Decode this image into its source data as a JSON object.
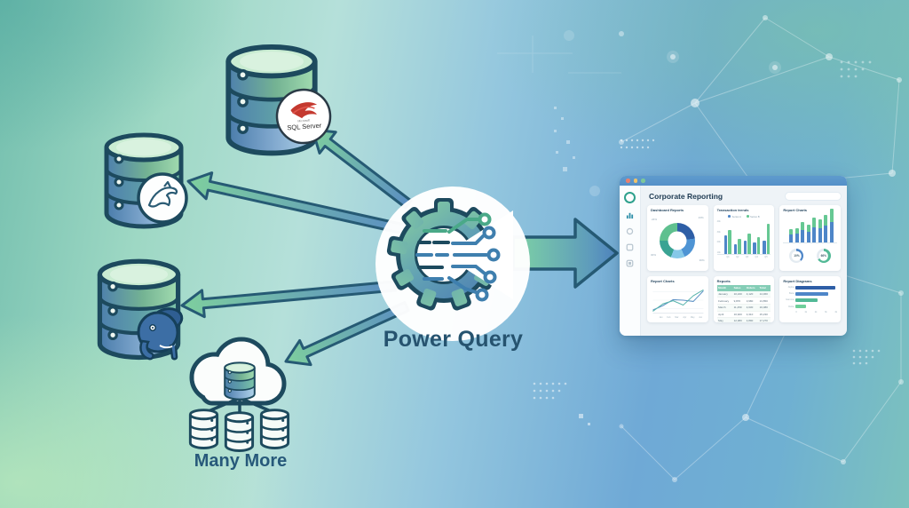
{
  "diagram": {
    "power_query_label": "Power Query",
    "many_more_label": "Many More",
    "sql_server_badge": {
      "brand_top": "Microsoft",
      "brand": "SQL Server"
    },
    "sources": [
      "SQL Server database",
      "MySQL database",
      "PostgreSQL database",
      "Cloud databases"
    ]
  },
  "window": {
    "title": "Corporate Reporting",
    "traffic_lights": [
      "close",
      "minimize",
      "zoom"
    ],
    "cards": [
      {
        "title": "Dashboard Reports",
        "chart": {
          "type": "donut",
          "segments": [
            {
              "value": 23,
              "color": "#2e5ea6"
            },
            {
              "value": 20,
              "color": "#4e94d4"
            },
            {
              "value": 13,
              "color": "#86c8e8"
            },
            {
              "value": 19,
              "color": "#3aa393"
            },
            {
              "value": 25,
              "color": "#5fc08f"
            }
          ],
          "labels": [
            {
              "text": "24%",
              "pos": "tl"
            },
            {
              "text": "23%",
              "pos": "tr"
            },
            {
              "text": "36%",
              "pos": "br"
            },
            {
              "text": "30%",
              "pos": "bl"
            }
          ]
        }
      },
      {
        "title": "Transaction trends",
        "chart": {
          "type": "bars",
          "legend": [
            {
              "label": "Series A",
              "color": "#4e86c8"
            },
            {
              "label": "Series B",
              "color": "#66c893"
            }
          ],
          "categories": [
            "Q1",
            "Q2",
            "Q3",
            "Q4",
            "Q5"
          ],
          "yticks": [
            "40k",
            "30k",
            "20k",
            "10k"
          ],
          "series": [
            {
              "name": "Series A",
              "color": "#4e86c8",
              "values": [
                55,
                28,
                40,
                34,
                40
              ]
            },
            {
              "name": "Series B",
              "color": "#66c893",
              "values": [
                72,
                45,
                60,
                50,
                90
              ]
            }
          ]
        }
      },
      {
        "title": "Report Charts",
        "chart": {
          "type": "stacked",
          "bottom": {
            "color": "#4e86c8",
            "values": [
              18,
              20,
              28,
              25,
              34,
              32,
              38,
              46
            ]
          },
          "top": {
            "color": "#66c893",
            "values": [
              12,
              13,
              18,
              16,
              22,
              20,
              24,
              30
            ]
          },
          "gauges": [
            {
              "text": "10%",
              "color": "#4e86c8",
              "value": 38
            },
            {
              "text": "66%",
              "color": "#52b996",
              "value": 66
            }
          ]
        }
      },
      {
        "title": "Report Charts",
        "chart": {
          "type": "lines",
          "x": [
            "Jan",
            "Feb",
            "Mar",
            "Apr",
            "May",
            "Jun"
          ],
          "series": [
            {
              "color": "#5a8fc4",
              "values": [
                10,
                28,
                52,
                50,
                45,
                88
              ]
            },
            {
              "color": "#59b4ad",
              "values": [
                5,
                35,
                48,
                30,
                68,
                92
              ]
            }
          ]
        }
      },
      {
        "title": "Reports",
        "chart": {
          "type": "table",
          "headers": [
            "Month",
            "Sales",
            "Orders",
            "Total"
          ],
          "rows": [
            [
              "January",
              "10,240",
              "4,120",
              "14,360"
            ],
            [
              "February",
              "9,870",
              "3,980",
              "13,850"
            ],
            [
              "March",
              "11,450",
              "4,630",
              "16,080"
            ],
            [
              "April",
              "10,920",
              "4,310",
              "15,230"
            ],
            [
              "May",
              "12,380",
              "4,890",
              "17,270"
            ]
          ]
        }
      },
      {
        "title": "Report Diagrams",
        "chart": {
          "type": "hbars",
          "bars": [
            {
              "label": "Alpha",
              "value": 95,
              "color": "#2e5ea6"
            },
            {
              "label": "Beta",
              "value": 78,
              "color": "#4e86c8"
            },
            {
              "label": "Gamma",
              "value": 52,
              "color": "#52b996"
            },
            {
              "label": "Delta",
              "value": 25,
              "color": "#6fcf9b"
            }
          ],
          "ticks": [
            "0",
            "1k",
            "2k",
            "3k",
            "4k"
          ]
        }
      }
    ]
  },
  "colors": {
    "outline": "#1d4a5e",
    "arrow_blue": "#5b8ec2",
    "arrow_green": "#7ecf9e",
    "label_text": "#26536f",
    "titlebar": "#5590c8"
  }
}
